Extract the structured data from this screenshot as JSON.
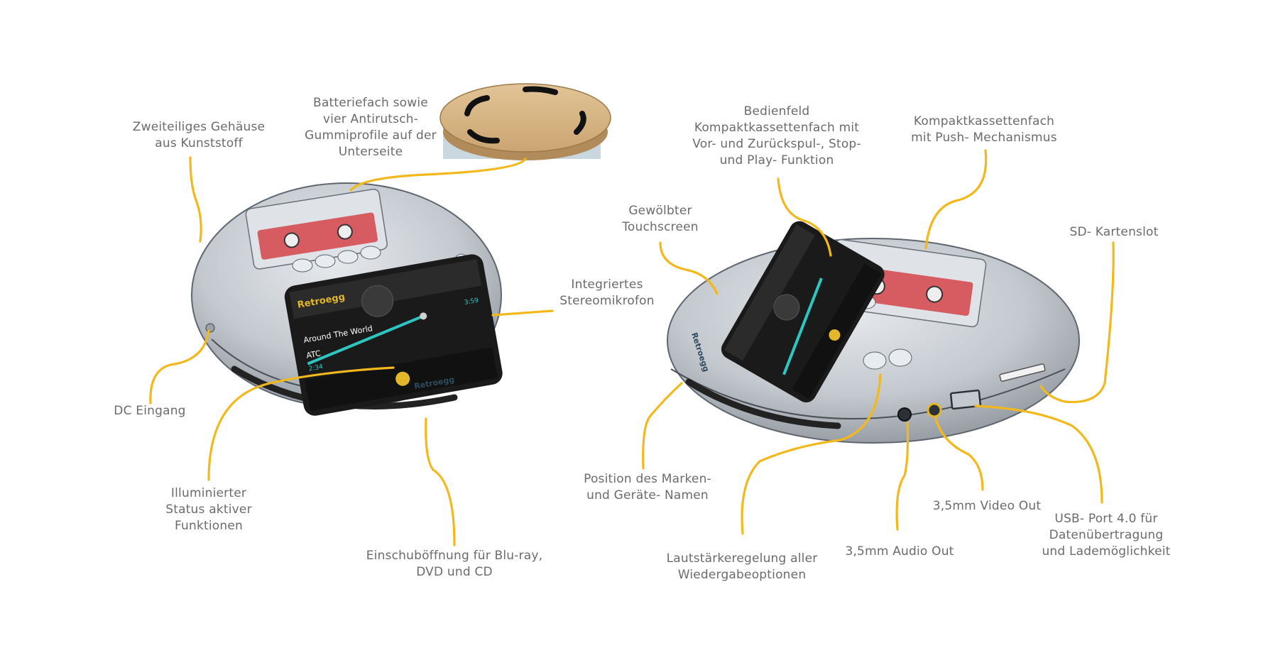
{
  "labels": {
    "housing": "Zweiteiliges Gehäuse\naus Kunststoff",
    "battery": "Batteriefach sowie\nvier Antirutsch-\nGummiprofile auf der\nUnterseite",
    "control_panel": "Bedienfeld\nKompaktkassettenfach mit\nVor- und Zurückspul-, Stop-\nund Play- Funktion",
    "cassette_slot": "Kompaktkassettenfach\nmit Push- Mechanismus",
    "touchscreen": "Gewölbter\nTouchscreen",
    "sd_slot": "SD- Kartenslot",
    "microphone": "Integriertes\nStereomikrofon",
    "dc_in": "DC Eingang",
    "illuminated": "Illuminierter\nStatus aktiver\nFunktionen",
    "disc_slot": "Einschuböffnung für Blu-ray,\nDVD und CD",
    "brand_position": "Position des Marken-\nund Geräte- Namen",
    "volume": "Lautstärkeregelung aller\nWiedergabeoptionen",
    "audio_out": "3,5mm Audio Out",
    "video_out": "3,5mm Video Out",
    "usb": "USB- Port 4.0 für\nDatenübertragung\nund Lademöglichkeit"
  },
  "screen": {
    "logo": "Retroegg",
    "track_title": "Around The World",
    "artist": "ATC",
    "time_elapsed": "2:34",
    "time_total": "3:59"
  },
  "colors": {
    "leader": "#f2b81c",
    "label_text": "#6b6b6b",
    "shell": "#c4c9cf",
    "shell_dark": "#9ea4ab",
    "cassette_red": "#d65c62",
    "screen_bg": "#1a1a1a",
    "progress": "#2cc7c2",
    "battery_disc": "#dcbb8b"
  },
  "icons": [
    "play-pause-icon",
    "next-icon",
    "shuffle-icon",
    "repeat-icon",
    "record-icon",
    "battery-icon",
    "search-icon",
    "back-icon",
    "home-icon",
    "star-icon",
    "wifi-icon",
    "bluetooth-icon"
  ]
}
